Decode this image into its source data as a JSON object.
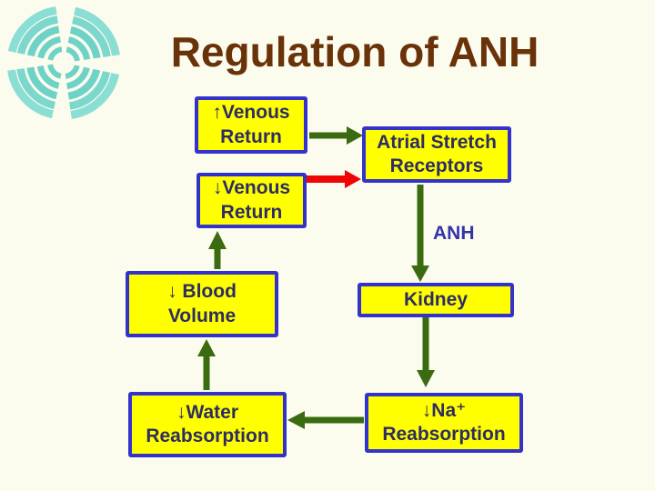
{
  "slide": {
    "title": "Regulation of ANH"
  },
  "colors": {
    "background": "#FCFCEE",
    "title_text": "#693209",
    "box_fill": "#FFFF00",
    "box_border": "#3333CC",
    "box_text": "#2D2D64",
    "green_arrow": "#3A6B10",
    "red_arrow": "#EE0505",
    "anh_label_text": "#3333AA",
    "logo_teal": "#6FD2C7"
  },
  "diagram": {
    "nodes": [
      {
        "id": "venous-return-increase",
        "label": "↑Venous Return"
      },
      {
        "id": "venous-return-decrease",
        "label": "↓Venous Return"
      },
      {
        "id": "atrial-stretch-receptors",
        "label": "Atrial Stretch Receptors"
      },
      {
        "id": "kidney",
        "label": "Kidney"
      },
      {
        "id": "na-reabsorption",
        "label": "↓Na⁺ Reabsorption"
      },
      {
        "id": "water-reabsorption",
        "label": "↓Water Reabsorption"
      },
      {
        "id": "blood-volume",
        "label": "↓ Blood Volume"
      }
    ],
    "edge_label_anh": "ANH",
    "edges": [
      {
        "from": "↑Venous Return",
        "to": "Atrial Stretch Receptors",
        "color": "green"
      },
      {
        "from": "↓Venous Return",
        "to": "Atrial Stretch Receptors",
        "color": "red"
      },
      {
        "from": "Atrial Stretch Receptors",
        "to": "Kidney",
        "color": "green",
        "label": "ANH"
      },
      {
        "from": "Kidney",
        "to": "↓Na⁺ Reabsorption",
        "color": "green"
      },
      {
        "from": "↓Na⁺ Reabsorption",
        "to": "↓Water Reabsorption",
        "color": "green"
      },
      {
        "from": "↓Water Reabsorption",
        "to": "↓ Blood Volume",
        "color": "green"
      },
      {
        "from": "↓ Blood Volume",
        "to": "↓Venous Return",
        "color": "green"
      }
    ]
  }
}
